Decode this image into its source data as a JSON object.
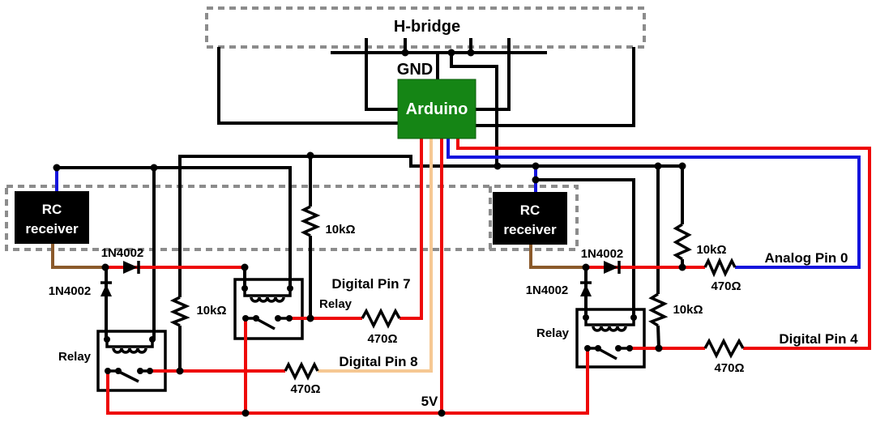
{
  "diagram": {
    "type": "circuit-wiring-diagram",
    "labels": {
      "h_bridge": "H-bridge",
      "gnd": "GND",
      "arduino": "Arduino",
      "rc_line1": "RC",
      "rc_line2": "receiver",
      "diode": "1N4002",
      "relay": "Relay",
      "r_10k": "10kΩ",
      "r_470": "470Ω",
      "digital_pin_7": "Digital Pin 7",
      "digital_pin_8": "Digital Pin 8",
      "digital_pin_4": "Digital Pin 4",
      "analog_pin_0": "Analog Pin 0",
      "v5": "5V"
    },
    "colors": {
      "wire_black": "#000000",
      "wire_red": "#ee0909",
      "wire_blue": "#1515dd",
      "wire_brown": "#8b5a2b",
      "wire_tan": "#f6c893",
      "arduino_fill": "#158515",
      "module_fill": "#000000",
      "module_text": "#ffffff",
      "dashed_outline": "#8c8c8c"
    },
    "components": {
      "controller": "Arduino",
      "dashed_modules": [
        "H-bridge",
        "RC receiver zone"
      ],
      "rc_receivers": 2,
      "relays": 3,
      "diodes_1n4002": 4,
      "resistors_10k": 4,
      "resistors_470": 4,
      "nets": [
        "GND",
        "5V",
        "Digital Pin 7",
        "Digital Pin 8",
        "Digital Pin 4",
        "Analog Pin 0"
      ]
    }
  }
}
